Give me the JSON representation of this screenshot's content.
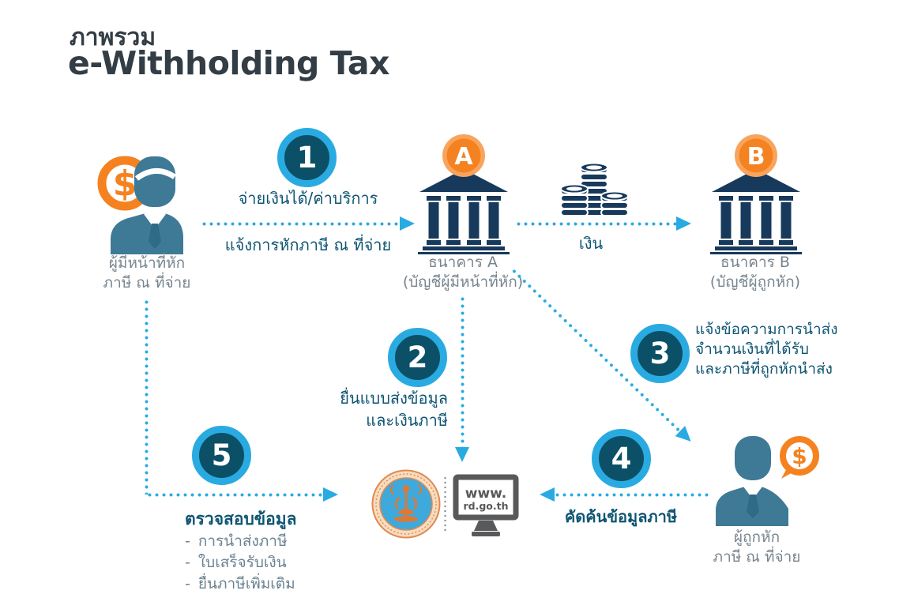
{
  "header": {
    "title_th": "ภาพรวม",
    "title_en": "e-Withholding Tax"
  },
  "colors": {
    "accent_blue": "#29ABE2",
    "step_circle_fill": "#0C5068",
    "bank_navy": "#17395B",
    "person_teal": "#3E7A96",
    "orange": "#F5821F",
    "title_dark": "#333D46",
    "step_text": "#0E5473",
    "label_gray": "#77848E"
  },
  "actors": {
    "payer": {
      "label_line1": "ผู้มีหน้าที่หัก",
      "label_line2": "ภาษี ณ ที่จ่าย",
      "coin_symbol": "$"
    },
    "bank_a": {
      "badge": "A",
      "name": "ธนาคาร A",
      "subtitle": "(บัญชีผู้มีหน้าที่หัก)"
    },
    "bank_b": {
      "badge": "B",
      "name": "ธนาคาร B",
      "subtitle": "(บัญชีผู้ถูกหัก)"
    },
    "payee": {
      "label_line1": "ผู้ถูกหัก",
      "label_line2": "ภาษี ณ ที่จ่าย",
      "coin_symbol": "$"
    },
    "website": {
      "line1": "www.",
      "line2": "rd.go.th"
    }
  },
  "flow_labels": {
    "money": "เงิน"
  },
  "steps": {
    "one": {
      "num": "1",
      "above": "จ่ายเงินได้/ค่าบริการ",
      "below": "แจ้งการหักภาษี ณ ที่จ่าย"
    },
    "two": {
      "num": "2",
      "line1": "ยื่นแบบส่งข้อมูล",
      "line2": "และเงินภาษี"
    },
    "three": {
      "num": "3",
      "line1": "แจ้งข้อความการนำส่ง",
      "line2": "จำนวนเงินที่ได้รับ",
      "line3": "และภาษีที่ถูกหักนำส่ง"
    },
    "four": {
      "num": "4",
      "label": "คัดค้นข้อมูลภาษี"
    },
    "five": {
      "num": "5",
      "label": "ตรวจสอบข้อมูล",
      "bullet": "-",
      "items": [
        "การนำส่งภาษี",
        "ใบเสร็จรับเงิน",
        "ยื่นภาษีเพิ่มเติม"
      ]
    }
  }
}
